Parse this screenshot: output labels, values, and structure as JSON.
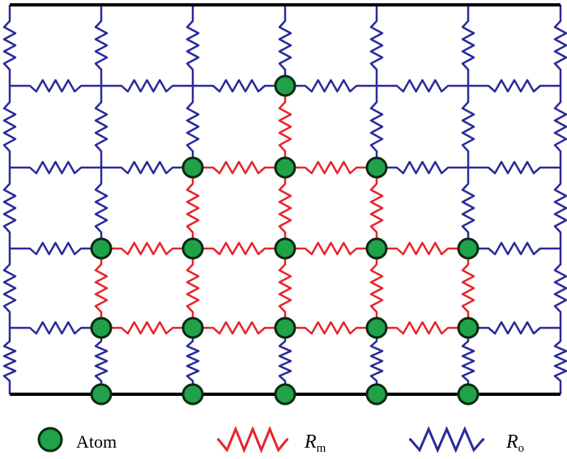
{
  "legend": {
    "atom_label": "Atom",
    "rm_label": "R",
    "rm_sub": "m",
    "ro_label": "R",
    "ro_sub": "o"
  },
  "colors": {
    "wire": "#000000",
    "atom_fill": "#1fa24a",
    "atom_stroke": "#0a2a10",
    "rm_spring": "#e8242b",
    "ro_spring": "#2a2a9a"
  },
  "lattice": {
    "columns": 7,
    "rows": 5,
    "atoms": [
      [
        3,
        1
      ],
      [
        2,
        2
      ],
      [
        3,
        2
      ],
      [
        4,
        2
      ],
      [
        1,
        3
      ],
      [
        2,
        3
      ],
      [
        3,
        3
      ],
      [
        4,
        3
      ],
      [
        5,
        3
      ],
      [
        1,
        4
      ],
      [
        2,
        4
      ],
      [
        3,
        4
      ],
      [
        4,
        4
      ],
      [
        5,
        4
      ]
    ]
  }
}
